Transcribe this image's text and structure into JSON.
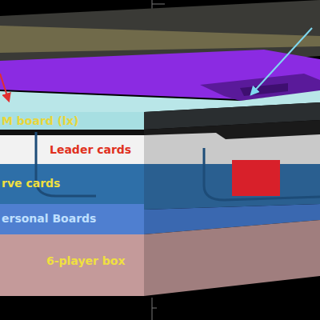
{
  "diagram": {
    "nodes": [
      {
        "text": [
          "M board (lx)"
        ]
      },
      {
        "text": [
          "Leader cards"
        ]
      },
      {
        "text": [
          "rve cards"
        ]
      },
      {
        "text": [
          "ersonal Boards"
        ]
      },
      {
        "text": [
          "6-player box"
        ]
      }
    ]
  }
}
